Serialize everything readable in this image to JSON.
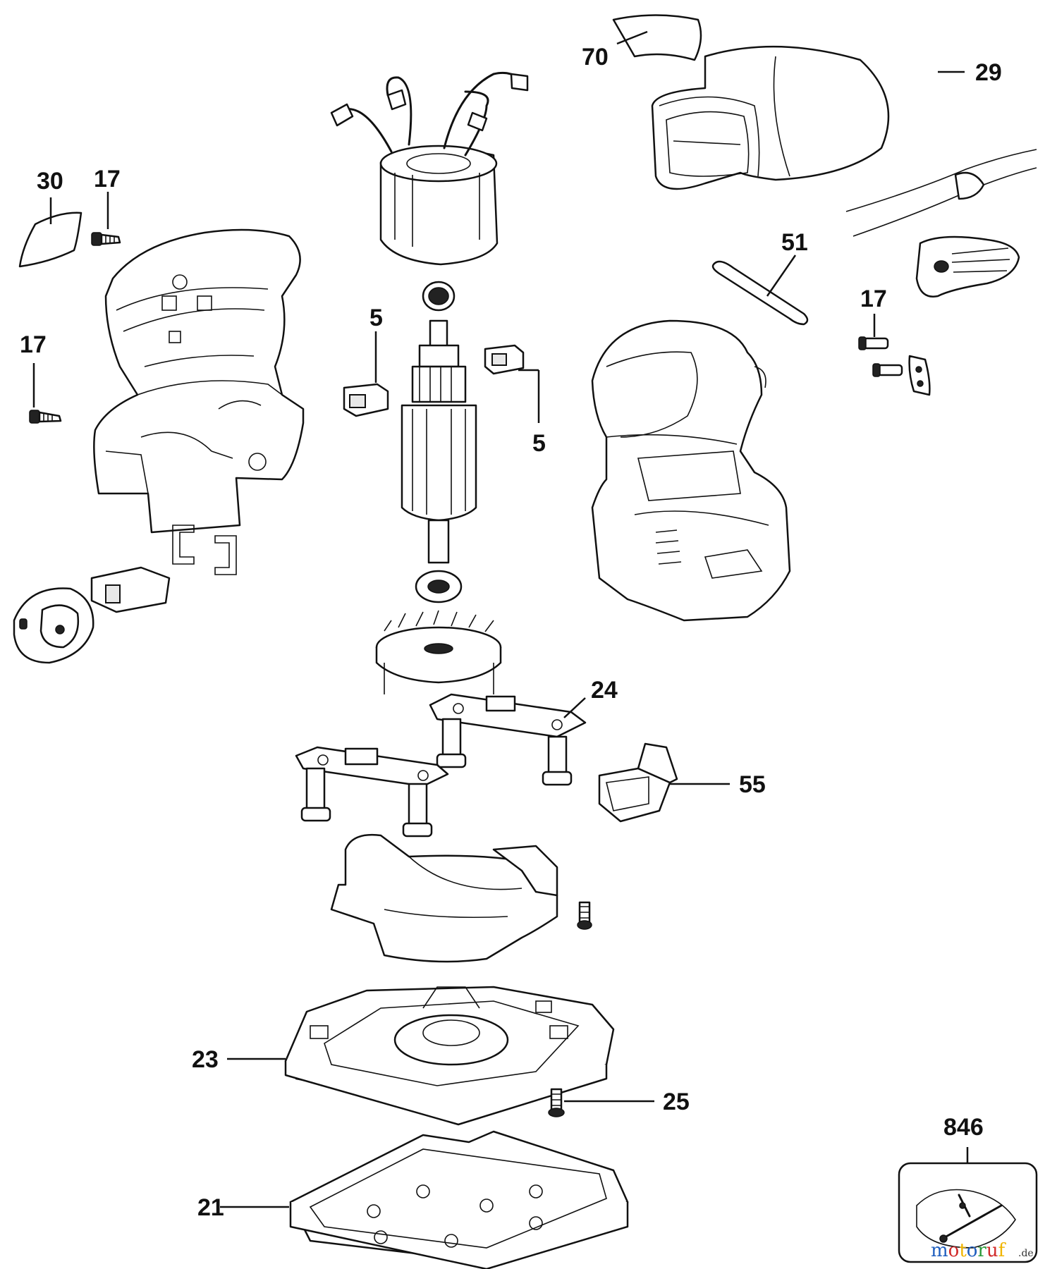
{
  "labels": {
    "p70": "70",
    "p29": "29",
    "p30": "30",
    "p17a": "17",
    "p17b": "17",
    "p17c": "17",
    "p51": "51",
    "p5a": "5",
    "p5b": "5",
    "p24": "24",
    "p55": "55",
    "p23": "23",
    "p25": "25",
    "p21": "21",
    "p846": "846"
  },
  "watermark": {
    "brand": "motoruf",
    "suffix": ".de",
    "colors": [
      "#1f5fbf",
      "#d12a2a",
      "#f0b400",
      "#1f5fbf",
      "#2a9a3a",
      "#d12a2a",
      "#f0b400"
    ]
  }
}
